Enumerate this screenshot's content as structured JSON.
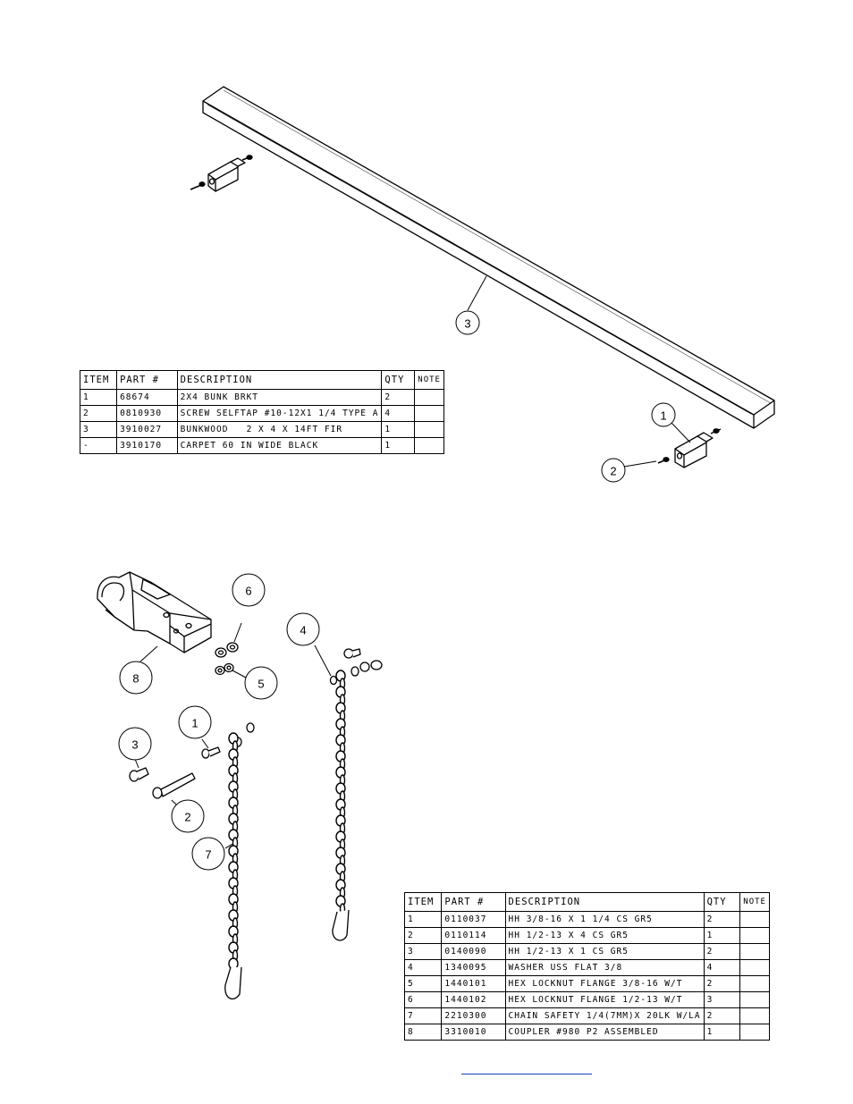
{
  "top_table": {
    "headers": [
      "ITEM",
      "PART #",
      "DESCRIPTION",
      "QTY",
      "NOTE"
    ],
    "rows": [
      [
        "1",
        "68674",
        "2X4 BUNK BRKT",
        "2",
        ""
      ],
      [
        "2",
        "0810930",
        "SCREW SELFTAP #10-12X1 1/4 TYPE A",
        "4",
        ""
      ],
      [
        "3",
        "3910027",
        "BUNKWOOD   2 X 4 X 14FT FIR",
        "1",
        ""
      ],
      [
        "-",
        "3910170",
        "CARPET 60 IN WIDE BLACK",
        "1",
        ""
      ]
    ]
  },
  "bottom_table": {
    "headers": [
      "ITEM",
      "PART #",
      "DESCRIPTION",
      "QTY",
      "NOTE"
    ],
    "rows": [
      [
        "1",
        "0110037",
        "HH 3/8-16 X 1 1/4 CS GR5",
        "2",
        ""
      ],
      [
        "2",
        "0110114",
        "HH 1/2-13 X 4 CS GR5",
        "1",
        ""
      ],
      [
        "3",
        "0140090",
        "HH 1/2-13 X 1 CS GR5",
        "2",
        ""
      ],
      [
        "4",
        "1340095",
        "WASHER USS FLAT 3/8",
        "4",
        ""
      ],
      [
        "5",
        "1440101",
        "HEX LOCKNUT FLANGE 3/8-16 W/T",
        "2",
        ""
      ],
      [
        "6",
        "1440102",
        "HEX LOCKNUT FLANGE 1/2-13 W/T",
        "3",
        ""
      ],
      [
        "7",
        "2210300",
        "CHAIN SAFETY 1/4(7MM)X 20LK W/LA",
        "2",
        ""
      ],
      [
        "8",
        "3310010",
        "COUPLER #980 P2 ASSEMBLED",
        "1",
        ""
      ]
    ]
  },
  "callouts": {
    "bunk": [
      "3",
      "1",
      "2"
    ],
    "coupler": [
      "6",
      "4",
      "8",
      "5",
      "1",
      "3",
      "2",
      "7"
    ]
  },
  "line_color": "#000000",
  "link_color": "#1a3fbf"
}
